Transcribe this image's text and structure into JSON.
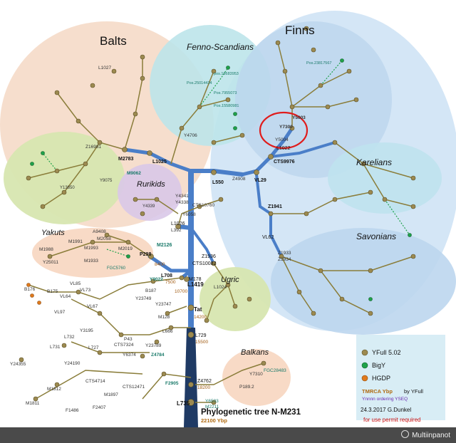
{
  "title": "Phylogenetic tree N-M231",
  "root_age": "22100 Ybp",
  "credit": "24.3.2017 G.Dunkel",
  "permit": "for use permit required",
  "footer_brand": "Multiinpanot",
  "legend": {
    "yfull": "YFull 5.02",
    "bigy": "BigY",
    "hgdp": "HGDP",
    "tmrca": "TMRCA Ybp",
    "tmrca_by": "by YFull",
    "yseq": "Ynnnn ordering YSEQ"
  },
  "regions": {
    "balts": "Balts",
    "finns": "Finns",
    "fenno": "Fenno-Scandians",
    "karelians": "Karelians",
    "rurikids": "Rurikids",
    "yakuts": "Yakuts",
    "savonians": "Savonians",
    "ugric": "Ugric",
    "balkans": "Balkans"
  },
  "nodes": {
    "l735": "L735",
    "tat": "Tat",
    "tat_age": "14200",
    "l729": "L729",
    "l729_age": "15500",
    "z4762": "Z4762",
    "z4762_age": "18200",
    "y6503": "Y6503",
    "m2211": "M2211",
    "p189": "P189.2",
    "y7310": "Y7310",
    "fgc28483": "FGC28483",
    "l666": "L666",
    "l1419": "L1419",
    "l1419_age": "10700",
    "m128": "M128",
    "z1936": "Z1936",
    "cts10082": "CTS10082",
    "l708": "L708",
    "l708_age": "7500",
    "m178": "M178",
    "p298": "P298",
    "p298_age": "8400",
    "m2126": "M2126",
    "y9022": "Y9022",
    "m2019": "M2019",
    "m1993": "M1993",
    "m1991": "M1991",
    "m1988": "M1988",
    "m1933": "M1933",
    "fgc5760": "FGC5760",
    "a9408": "A9408",
    "m2058": "M2058",
    "y25011": "Y25011",
    "l1026": "L1026",
    "l392": "L392",
    "y6058": "Y6058",
    "cts10760": "CTS10760",
    "l550": "L550",
    "z4908": "Z4908",
    "vl29": "VL29",
    "l1025": "L1025",
    "m2783": "M2783",
    "m9062": "M9062",
    "z16981": "Z16981",
    "y4706": "Y4706",
    "y4341": "Y4341",
    "y4338": "Y4338",
    "cts9976": "CTS9976",
    "l1022": "L1022",
    "y5003": "Y5003",
    "y7300": "Y7300",
    "y5004": "Y5004",
    "z1941": "Z1941",
    "vl62": "VL62",
    "z1933": "Z1933",
    "z1934": "Z1934",
    "b187": "B187",
    "y23749": "Y23749",
    "y23747": "Y23747",
    "vl73": "VL73",
    "vl64": "VL64",
    "vl85": "VL85",
    "vl97": "VL97",
    "vl67": "VL67",
    "b175": "B175",
    "b176": "B176",
    "y3195": "Y3195",
    "p43": "P43",
    "y6374": "Y6374",
    "z4784": "Z4784",
    "y23789": "Y23789",
    "cts7324": "CTS7324",
    "f2905": "F2905",
    "m1812": "M1812",
    "m1811": "M1811",
    "y24190": "Y24190",
    "f1486": "F1486",
    "f2407": "F2407",
    "cts4714": "CTS4714",
    "cts12471": "CTS12471",
    "m1897": "M1897",
    "l731": "L731",
    "l732": "L732",
    "l727": "L727",
    "y24355": "Y24355",
    "l1027": "L1027",
    "y4339": "Y4339",
    "y9075": "Y9075",
    "y13850": "Y13850",
    "l1024": "L1024",
    "pos_bigy_1": "Pos.25014434",
    "pos_bigy_2": "Pos.7955073",
    "pos_bigy_3": "pos.18683953",
    "pos_bigy_4": "Pos.15580981",
    "pos_bigy_5": "Pos.23817567"
  },
  "colors": {
    "trunk": "#1f3a64",
    "branch_blue": "#4a7ec8",
    "branch_olive": "#8a7d3a",
    "node_yfull": "#9c8a50",
    "node_bigy": "#1fa24a",
    "node_hgdp": "#e07a1c",
    "region_balts": "#f4d8c4",
    "region_finns": "#cfe3f5",
    "region_fenno": "#bde4ea",
    "region_green": "#d7e6b0",
    "region_rurikids": "#d9c8e8",
    "region_peach": "#f7d6c0"
  }
}
